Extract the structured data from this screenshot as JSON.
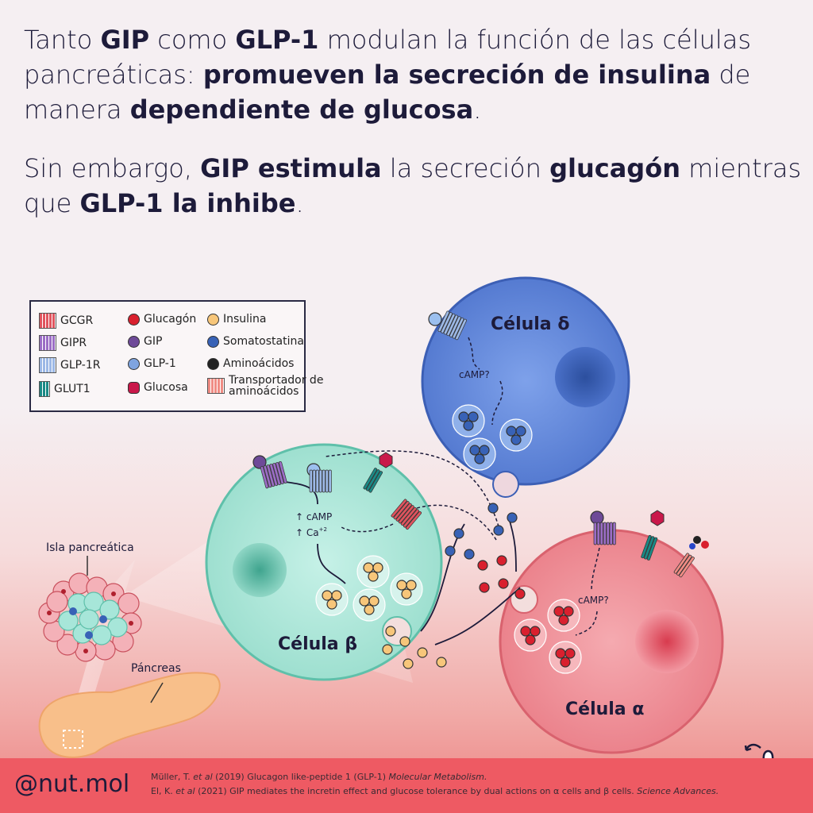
{
  "headline": {
    "p1": [
      {
        "t": "Tanto ",
        "b": false
      },
      {
        "t": "GIP",
        "b": true
      },
      {
        "t": " como ",
        "b": false
      },
      {
        "t": "GLP-1",
        "b": true
      },
      {
        "t": " modulan la función de las células pancreáticas: ",
        "b": false
      },
      {
        "t": "promueven la secreción de insulina",
        "b": true
      },
      {
        "t": " de manera ",
        "b": false
      },
      {
        "t": "dependiente de glucosa",
        "b": true
      },
      {
        "t": ".",
        "b": false
      }
    ],
    "p2": [
      {
        "t": "Sin embargo, ",
        "b": false
      },
      {
        "t": "GIP estimula",
        "b": true
      },
      {
        "t": " la secreción ",
        "b": false
      },
      {
        "t": "glucagón",
        "b": true
      },
      {
        "t": " mientras que ",
        "b": false
      },
      {
        "t": "GLP-1 la inhibe",
        "b": true
      },
      {
        "t": ".",
        "b": false
      }
    ]
  },
  "legend": {
    "items": [
      {
        "label": "GCGR",
        "color": "#e0545e"
      },
      {
        "label": "Glucagón",
        "color": "#d9202e"
      },
      {
        "label": "Insulina",
        "color": "#f7c67a"
      },
      {
        "label": "GIPR",
        "color": "#9b6dc5"
      },
      {
        "label": "GIP",
        "color": "#6e4a98"
      },
      {
        "label": "Somatostatina",
        "color": "#3862b6"
      },
      {
        "label": "GLP-1R",
        "color": "#9cb8e6"
      },
      {
        "label": "GLP-1",
        "color": "#7fa4e0"
      },
      {
        "label": "Aminoácidos",
        "color": "#222222"
      },
      {
        "label": "GLUT1",
        "color": "#1a8a86"
      },
      {
        "label": "Glucosa",
        "color": "#c9184a"
      },
      {
        "label": "Transportador de aminoácidos",
        "color": "#f08c84"
      }
    ]
  },
  "diagram": {
    "delta_label": "Célula δ",
    "beta_label": "Célula β",
    "alpha_label": "Célula α",
    "delta_camp": "cAMP?",
    "alpha_camp": "cAMP?",
    "beta_camp": "cAMP",
    "beta_ca": "Ca",
    "beta_ca_sup": "+2",
    "islet_label": "Isla pancreática",
    "pancreas_label": "Páncreas"
  },
  "footer": {
    "handle": "@nut.mol",
    "ref1": {
      "a": "Müller, T. ",
      "i": "et al",
      "b": " (2019) Glucagon like-peptide 1 (GLP-1) ",
      "j": "Molecular Metabolism."
    },
    "ref2": {
      "a": "El, K. ",
      "i": "et al",
      "b": " (2021) GIP mediates the incretin effect and glucose tolerance by dual actions on α cells and β cells. ",
      "j": "Science Advances."
    }
  },
  "colors": {
    "text": "#1d1b3a",
    "footer": "#ee5a63",
    "delta": "#5b82d6",
    "beta": "#a7e6d9",
    "alpha": "#ef8e96"
  }
}
